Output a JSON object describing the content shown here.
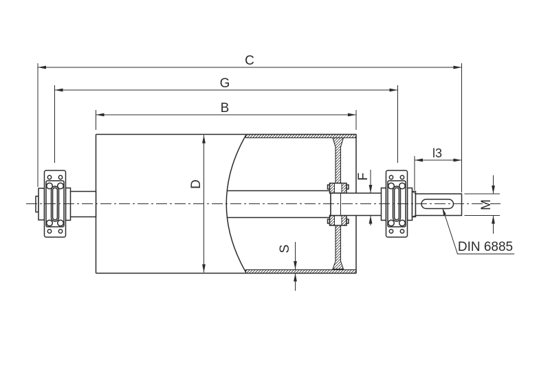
{
  "drawing": {
    "labels": {
      "c": "C",
      "g": "G",
      "b": "B",
      "d": "D",
      "f": "F",
      "s": "S",
      "m": "M",
      "l3": "l3",
      "din": "DIN 6885"
    },
    "colors": {
      "line": "#2b2b2b",
      "background": "#ffffff"
    }
  }
}
